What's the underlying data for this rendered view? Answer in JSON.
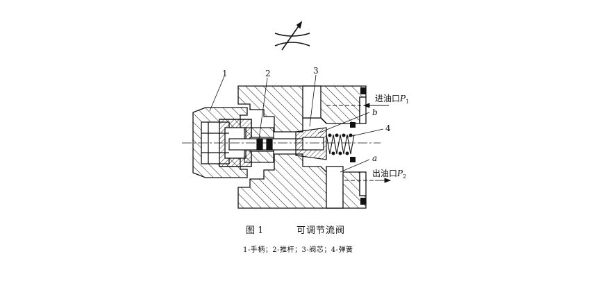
{
  "symbol": {
    "name": "throttle-valve-symbol"
  },
  "callouts": {
    "c1": "1",
    "c2": "2",
    "c3": "3",
    "c4": "4",
    "ca": "a",
    "cb": "b"
  },
  "ports": {
    "inlet_label": "进油口",
    "inlet_p": "P",
    "inlet_sub": "1",
    "outlet_label": "出油口",
    "outlet_p": "P",
    "outlet_sub": "2"
  },
  "caption": {
    "figure_number": "图 1",
    "figure_title": "可调节流阀",
    "legend": "1-手柄；2-推杆；3-阀芯；4-弹簧"
  },
  "colors": {
    "ink": "#111111",
    "background": "#ffffff"
  }
}
